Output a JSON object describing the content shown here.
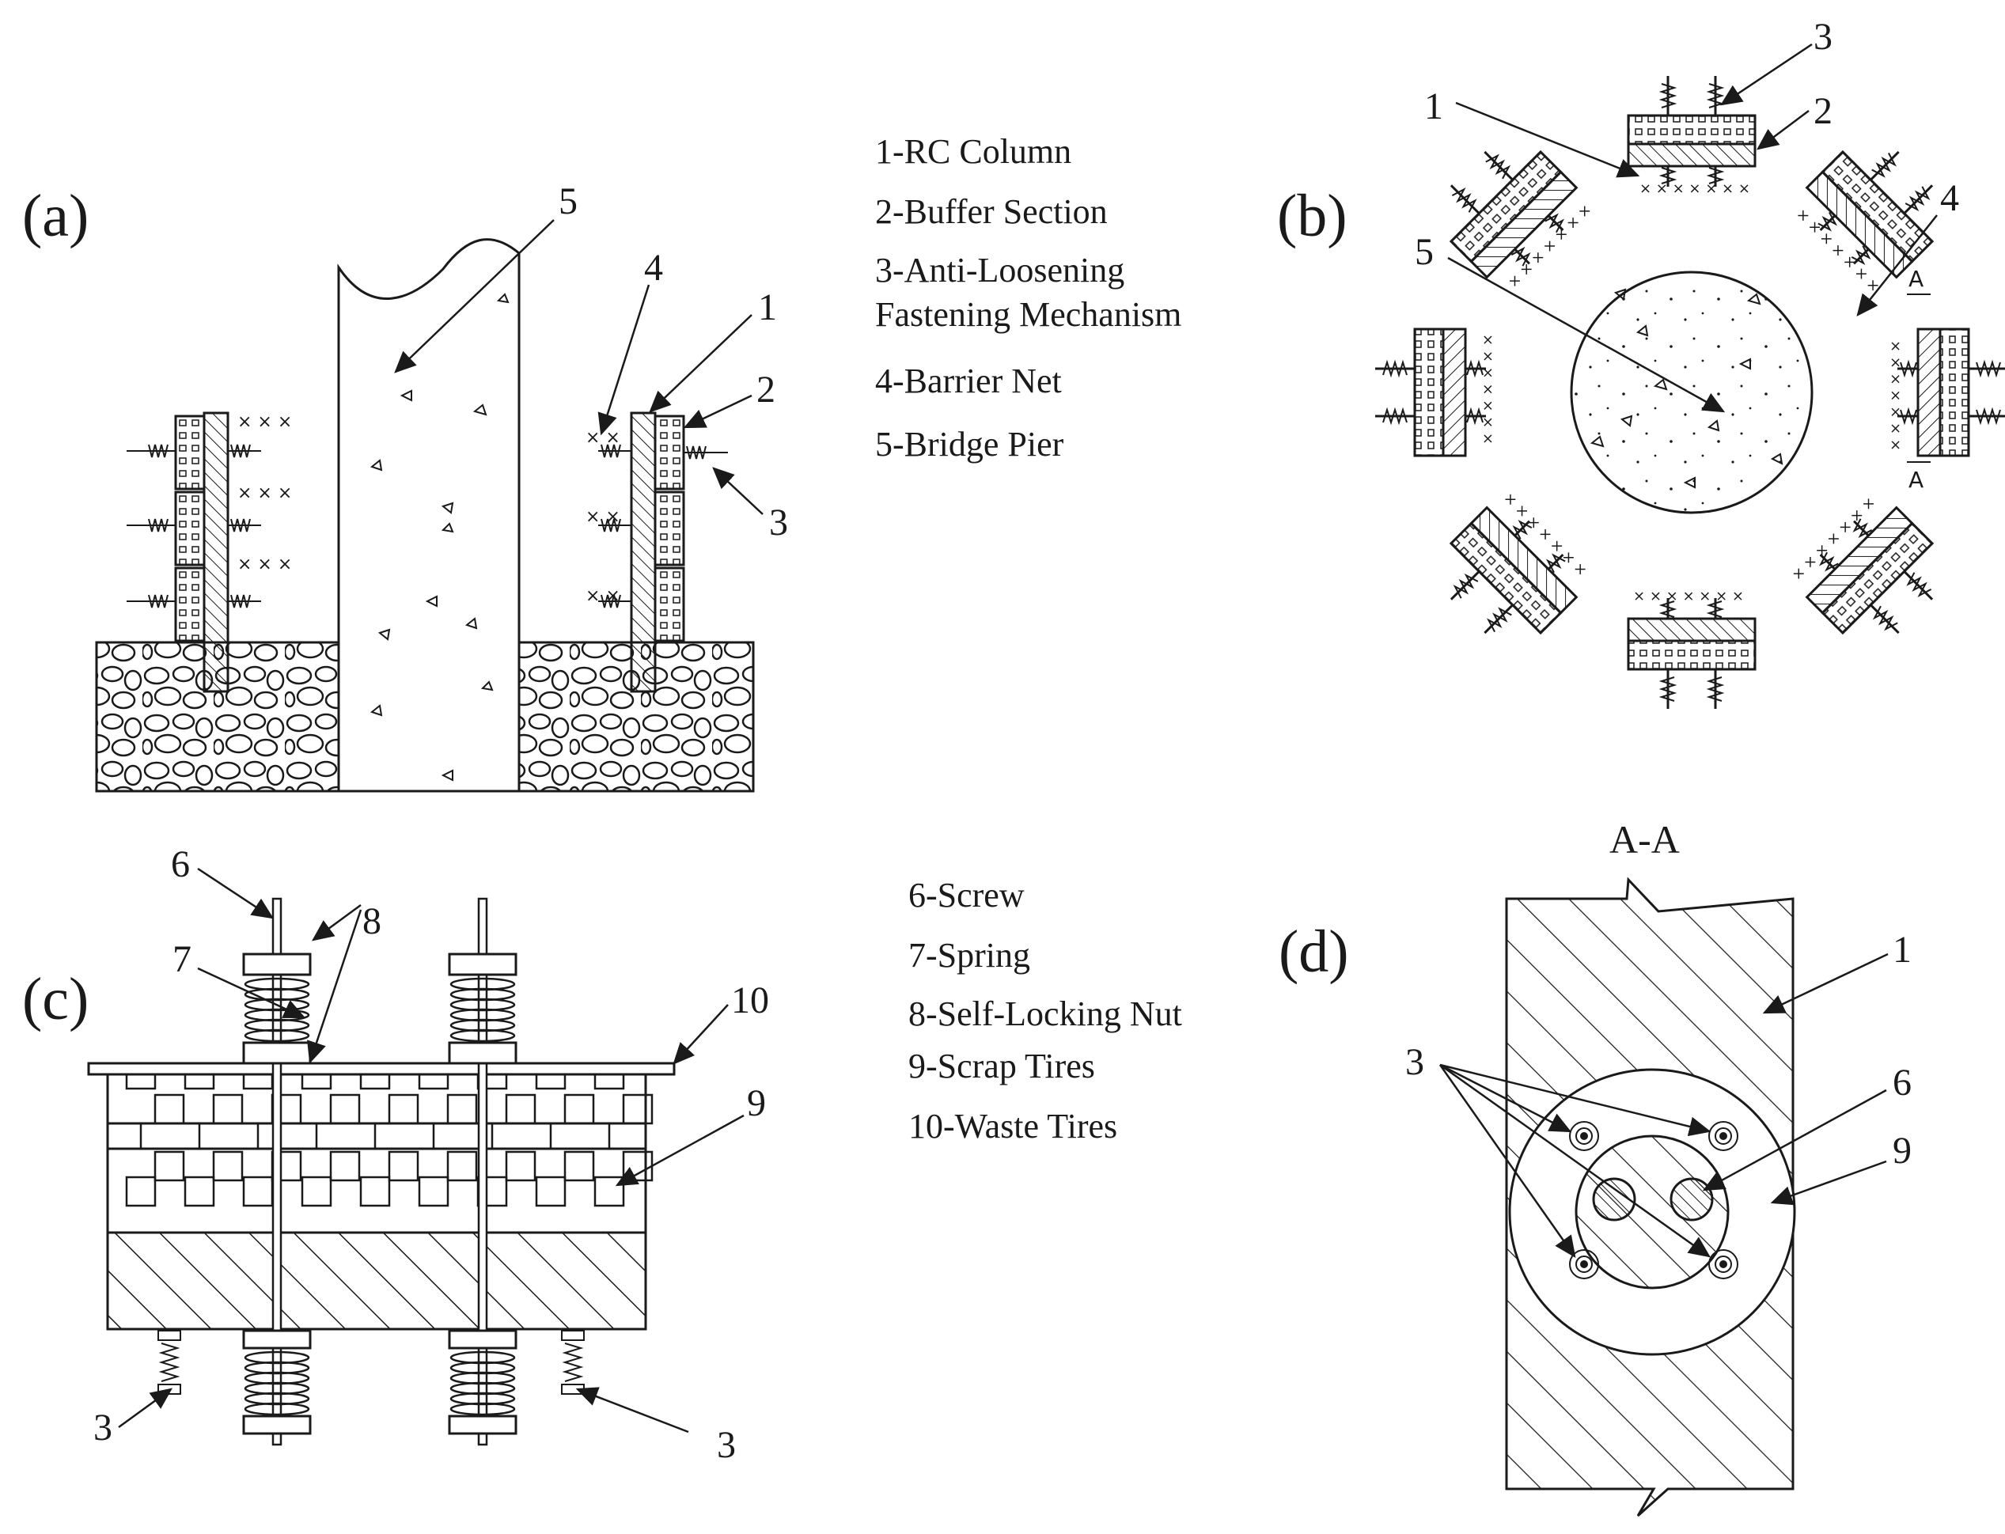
{
  "figure": {
    "panels": {
      "a": "(a)",
      "b": "(b)",
      "c": "(c)",
      "d": "(d)"
    },
    "section_title": "A-A",
    "section_marker": "A",
    "legend_top": [
      "1-RC Column",
      "2-Buffer Section",
      "3-Anti-Loosening",
      "Fastening Mechanism",
      "4-Barrier Net",
      "5-Bridge Pier"
    ],
    "legend_bottom": [
      "6-Screw",
      "7-Spring",
      "8-Self-Locking Nut",
      "9-Scrap Tires",
      "10-Waste Tires"
    ],
    "callouts": {
      "a": [
        "5",
        "4",
        "1",
        "2",
        "3"
      ],
      "b": [
        "1",
        "3",
        "2",
        "4",
        "5"
      ],
      "c": [
        "6",
        "8",
        "7",
        "10",
        "9",
        "3",
        "3"
      ],
      "d": [
        "1",
        "3",
        "6",
        "9"
      ]
    },
    "colors": {
      "ink": "#1a1a1a",
      "background": "#ffffff"
    }
  }
}
